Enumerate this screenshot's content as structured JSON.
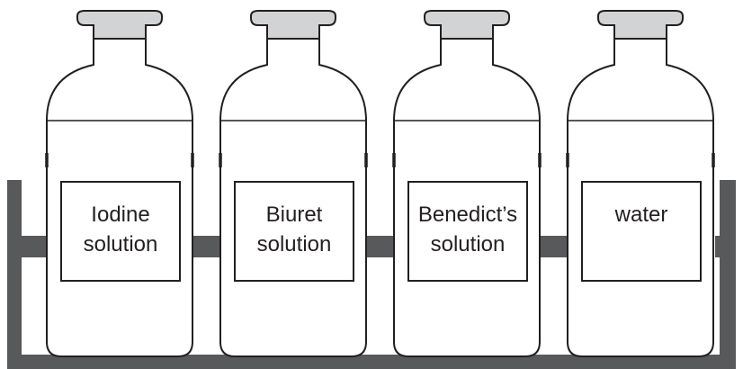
{
  "colors": {
    "outline": "#231f20",
    "stopper": "#d1d3d4",
    "rack": "#58595b",
    "background": "#ffffff"
  },
  "bottles": [
    {
      "label_lines": [
        "Iodine",
        "solution"
      ]
    },
    {
      "label_lines": [
        "Biuret",
        "solution"
      ]
    },
    {
      "label_lines": [
        "Benedict’s",
        "solution"
      ]
    },
    {
      "label_lines": [
        "water"
      ]
    }
  ]
}
